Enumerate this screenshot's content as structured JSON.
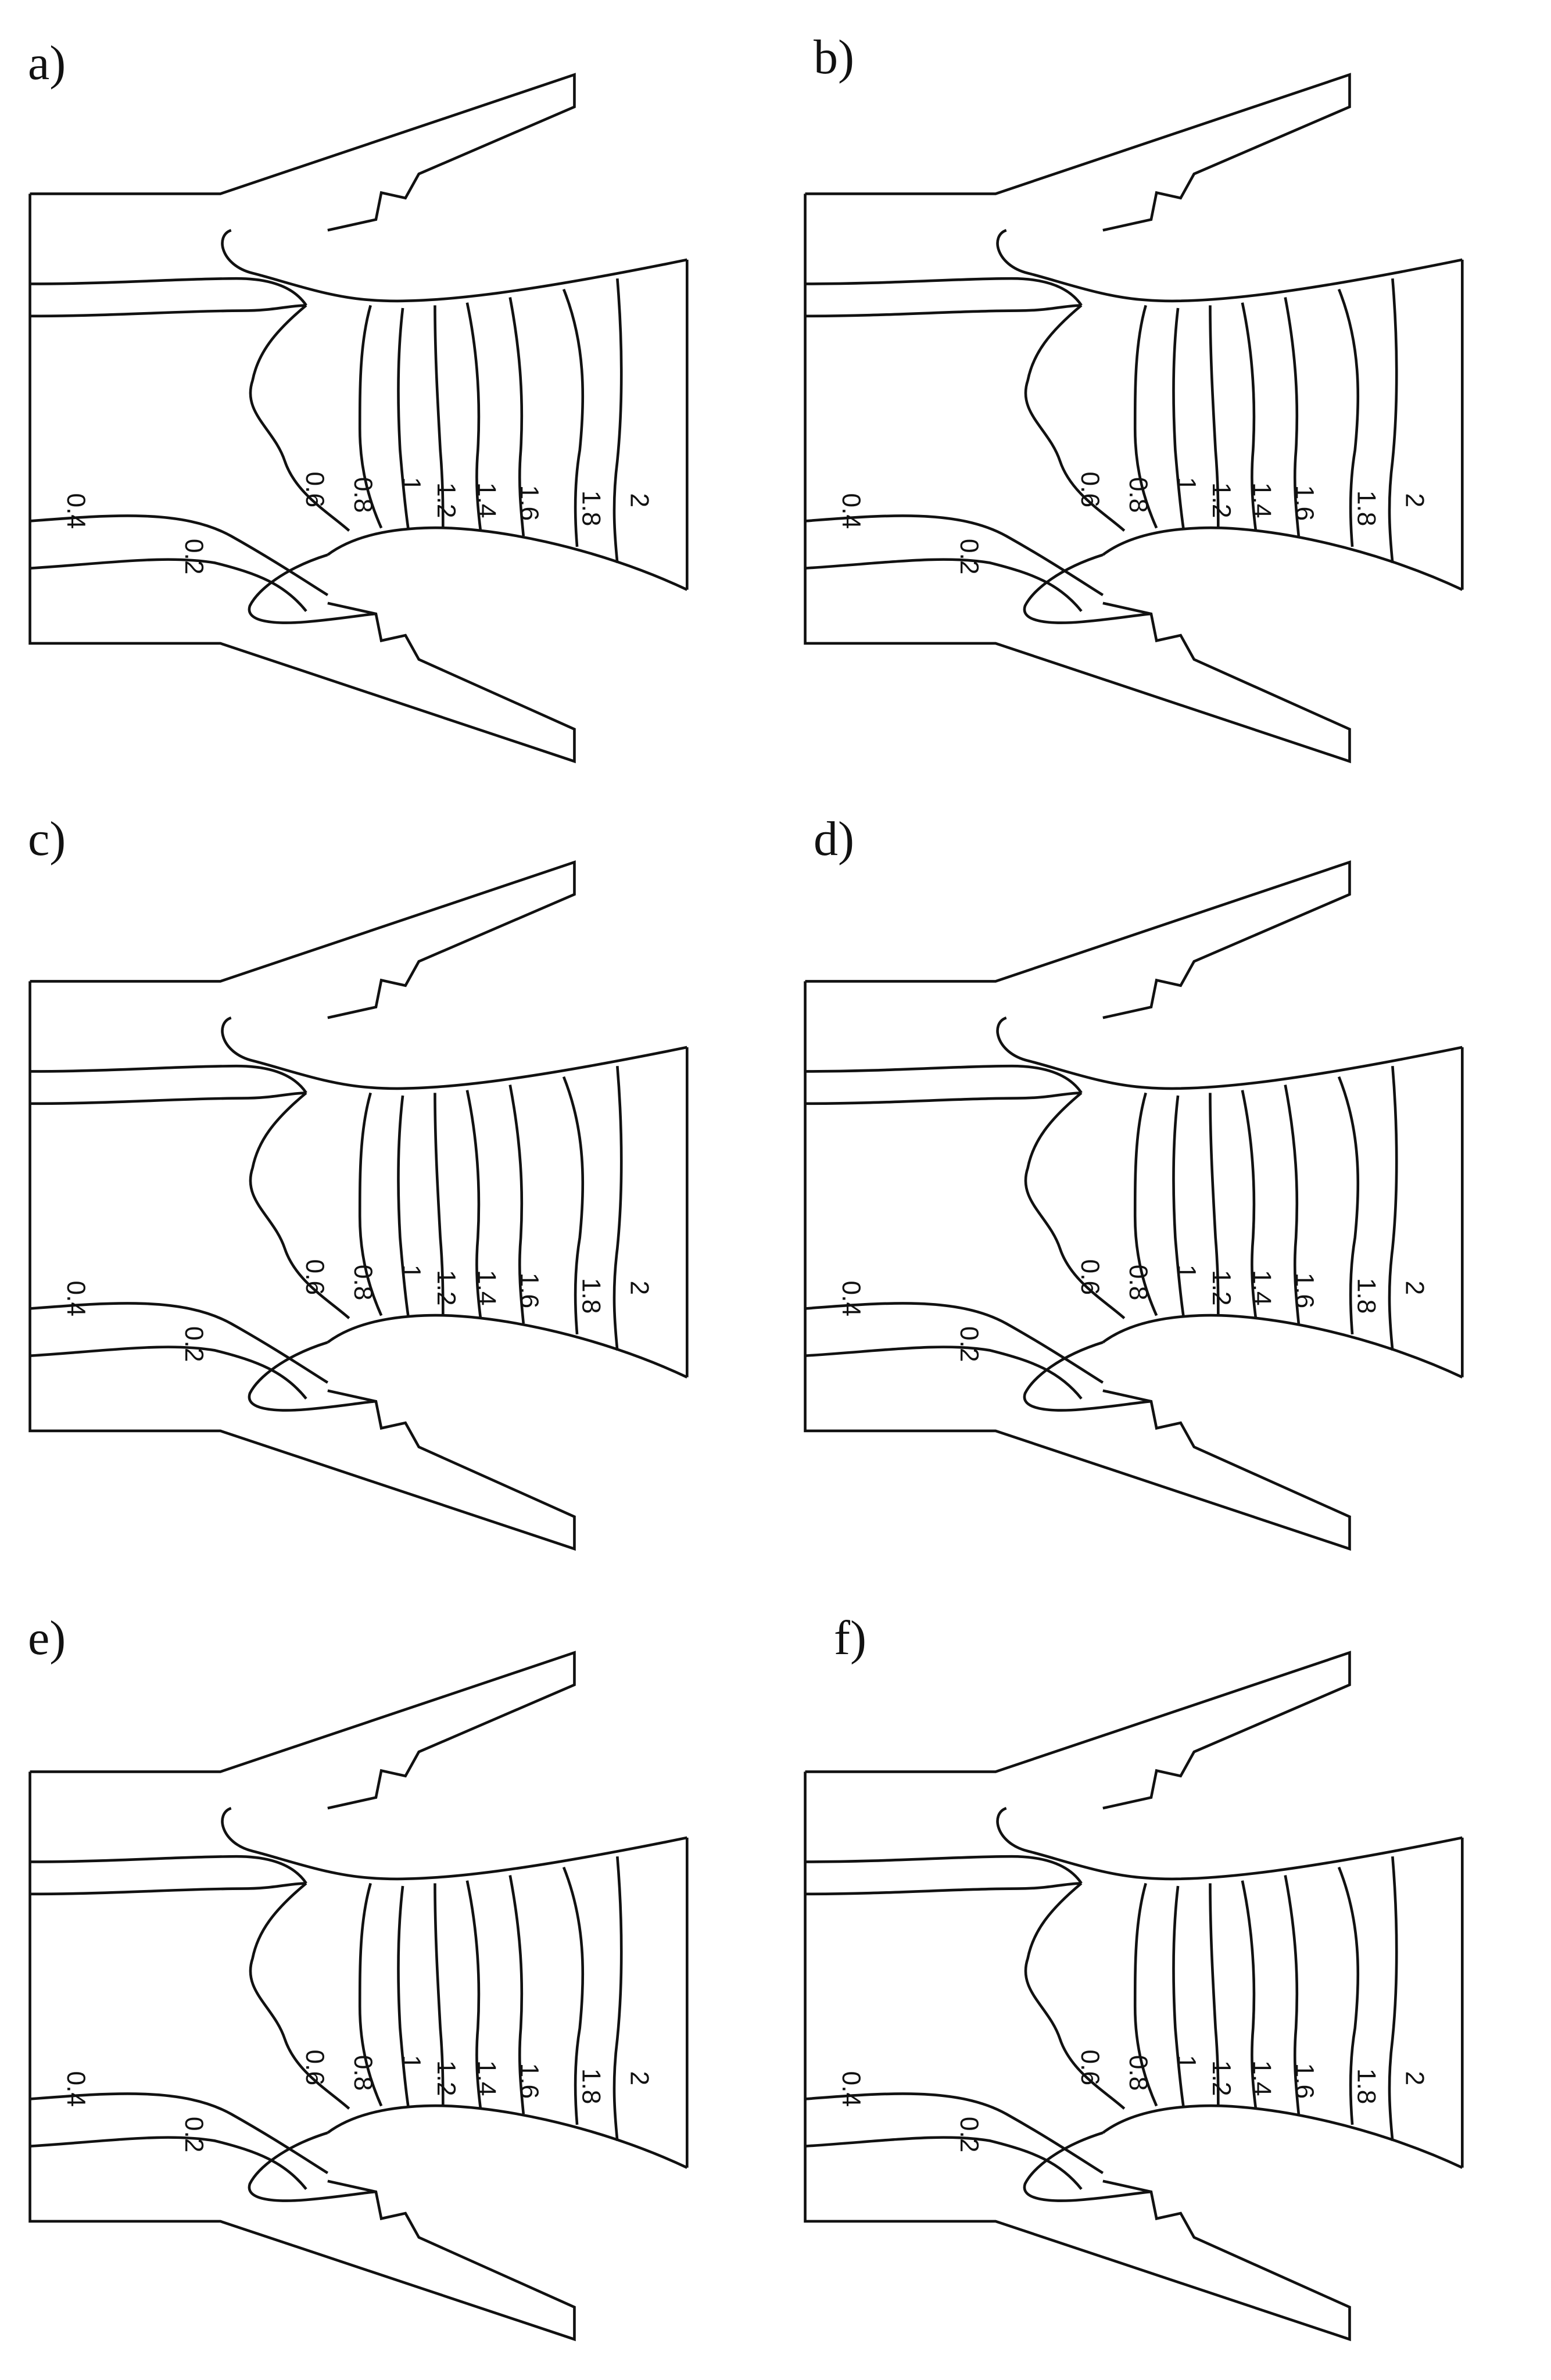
{
  "figure": {
    "panels": [
      {
        "id": "a",
        "label": "a)",
        "contour_values": [
          "0.2",
          "0.4",
          "0.6",
          "0.8",
          "1",
          "1.2",
          "1.4",
          "1.6",
          "1.8",
          "2"
        ]
      },
      {
        "id": "b",
        "label": "b)",
        "contour_values": [
          "0.2",
          "0.4",
          "0.6",
          "0.8",
          "1",
          "1.2",
          "1.4",
          "1.6",
          "1.8",
          "2"
        ]
      },
      {
        "id": "c",
        "label": "c)",
        "contour_values": [
          "0.2",
          "0.4",
          "0.6",
          "0.8",
          "1",
          "1.2",
          "1.4",
          "1.6",
          "1.8",
          "2"
        ]
      },
      {
        "id": "d",
        "label": "d)",
        "contour_values": [
          "0.2",
          "0.4",
          "0.6",
          "0.8",
          "1",
          "1.2",
          "1.4",
          "1.6",
          "1.8",
          "2"
        ]
      },
      {
        "id": "e",
        "label": "e)",
        "contour_values": [
          "0.2",
          "0.4",
          "0.6",
          "0.8",
          "1",
          "1.2",
          "1.4",
          "1.6",
          "1.8",
          "2"
        ]
      },
      {
        "id": "f",
        "label": "f)",
        "contour_values": [
          "0.2",
          "0.4",
          "0.6",
          "0.8",
          "1",
          "1.2",
          "1.4",
          "1.6",
          "1.8",
          "2"
        ]
      }
    ],
    "colors": {
      "line": "#111111",
      "background": "#ffffff"
    }
  }
}
